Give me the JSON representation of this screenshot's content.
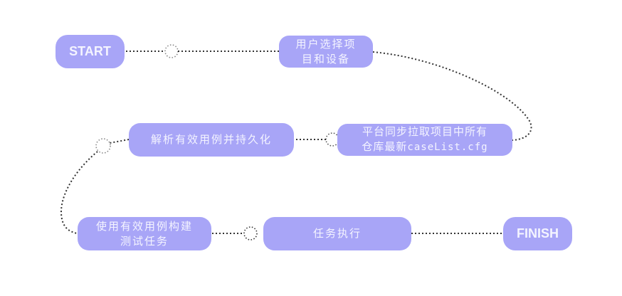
{
  "diagram": {
    "type": "flowchart",
    "colors": {
      "node_fill": "#a8a5f7",
      "node_text": "#f4f4ff",
      "connector": "#333333",
      "junction": "#777777"
    },
    "nodes": [
      {
        "id": "start",
        "lines": [
          "START"
        ]
      },
      {
        "id": "select",
        "lines": [
          "用户选择项",
          "目和设备"
        ]
      },
      {
        "id": "sync",
        "lines": [
          "平台同步拉取项目中所有",
          "仓库最新",
          "caseList.cfg"
        ]
      },
      {
        "id": "parse",
        "lines": [
          "解析有效用例并持久化"
        ]
      },
      {
        "id": "build",
        "lines": [
          "使用有效用例构建",
          "测试任务"
        ]
      },
      {
        "id": "exec",
        "lines": [
          "任务执行"
        ]
      },
      {
        "id": "finish",
        "lines": [
          "FINISH"
        ]
      }
    ],
    "edges": [
      {
        "from": "start",
        "to": "select"
      },
      {
        "from": "select",
        "to": "sync"
      },
      {
        "from": "sync",
        "to": "parse"
      },
      {
        "from": "parse",
        "to": "build"
      },
      {
        "from": "build",
        "to": "exec"
      },
      {
        "from": "exec",
        "to": "finish"
      }
    ]
  }
}
